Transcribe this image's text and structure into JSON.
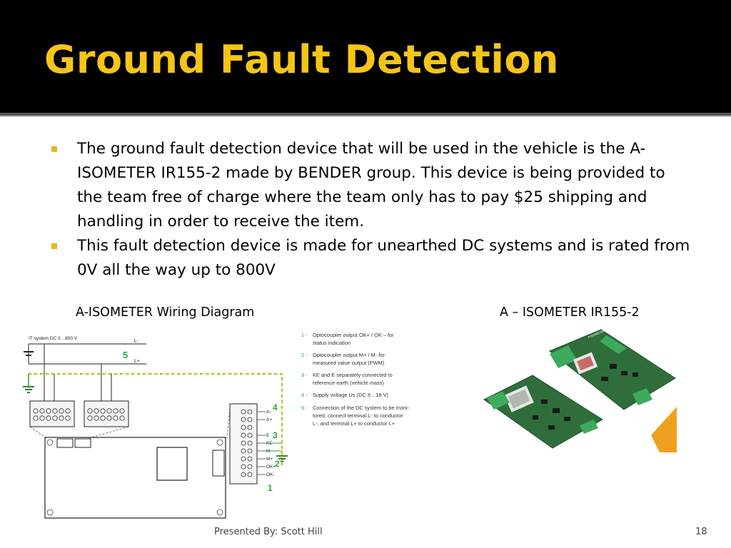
{
  "slide": {
    "title": "Ground Fault Detection",
    "bullets": [
      "The ground fault detection device that will be used in the vehicle is the A-ISOMETER IR155-2 made by BENDER group. This device is being provided to the team free of charge where the team only has to pay $25 shipping and handling in order to receive the item.",
      "This fault detection device is made for unearthed DC systems and is rated from 0V all the way up to 800V"
    ],
    "diagram_caption": "A-ISOMETER Wiring Diagram",
    "photo_caption": "A – ISOMETER IR155-2",
    "footer_left": "Presented By: Scott Hill",
    "page_number": "18"
  },
  "diagram": {
    "system_label": "IT system DC 0…800 V",
    "line_labels": [
      "L-",
      "L+"
    ],
    "terminal_labels": [
      "A-",
      "A+",
      "E",
      "KE",
      "M-",
      "M+",
      "OK+",
      "OK-"
    ],
    "callout_numbers": [
      "5",
      "4",
      "3",
      "2",
      "1"
    ],
    "legend": [
      {
        "num": "1 -",
        "lines": [
          "Optocoupler output OK+ / OK – for",
          "status indication"
        ]
      },
      {
        "num": "2 -",
        "lines": [
          "Optocoupler output M+ / M- for",
          "measured value output (PWM)"
        ]
      },
      {
        "num": "3 -",
        "lines": [
          "KE and E separately connected to",
          "reference earth (vehicle mass)"
        ]
      },
      {
        "num": "4 -",
        "lines": [
          "Supply voltage Us (DC 9…18 V)"
        ]
      },
      {
        "num": "5 -",
        "lines": [
          "Connection of the DC system to be moni-",
          "tored, connect terminal L- to conductor",
          "L-, and terminal L+ to conductor L+"
        ]
      }
    ]
  },
  "photo": {
    "board_label": "A-ISOMETER® iso-F1 IR155-2",
    "colors": {
      "pcb": "#2f6e3a",
      "connector": "#3daa5e",
      "background": "#ffffff",
      "accent": "#f0a020"
    }
  }
}
